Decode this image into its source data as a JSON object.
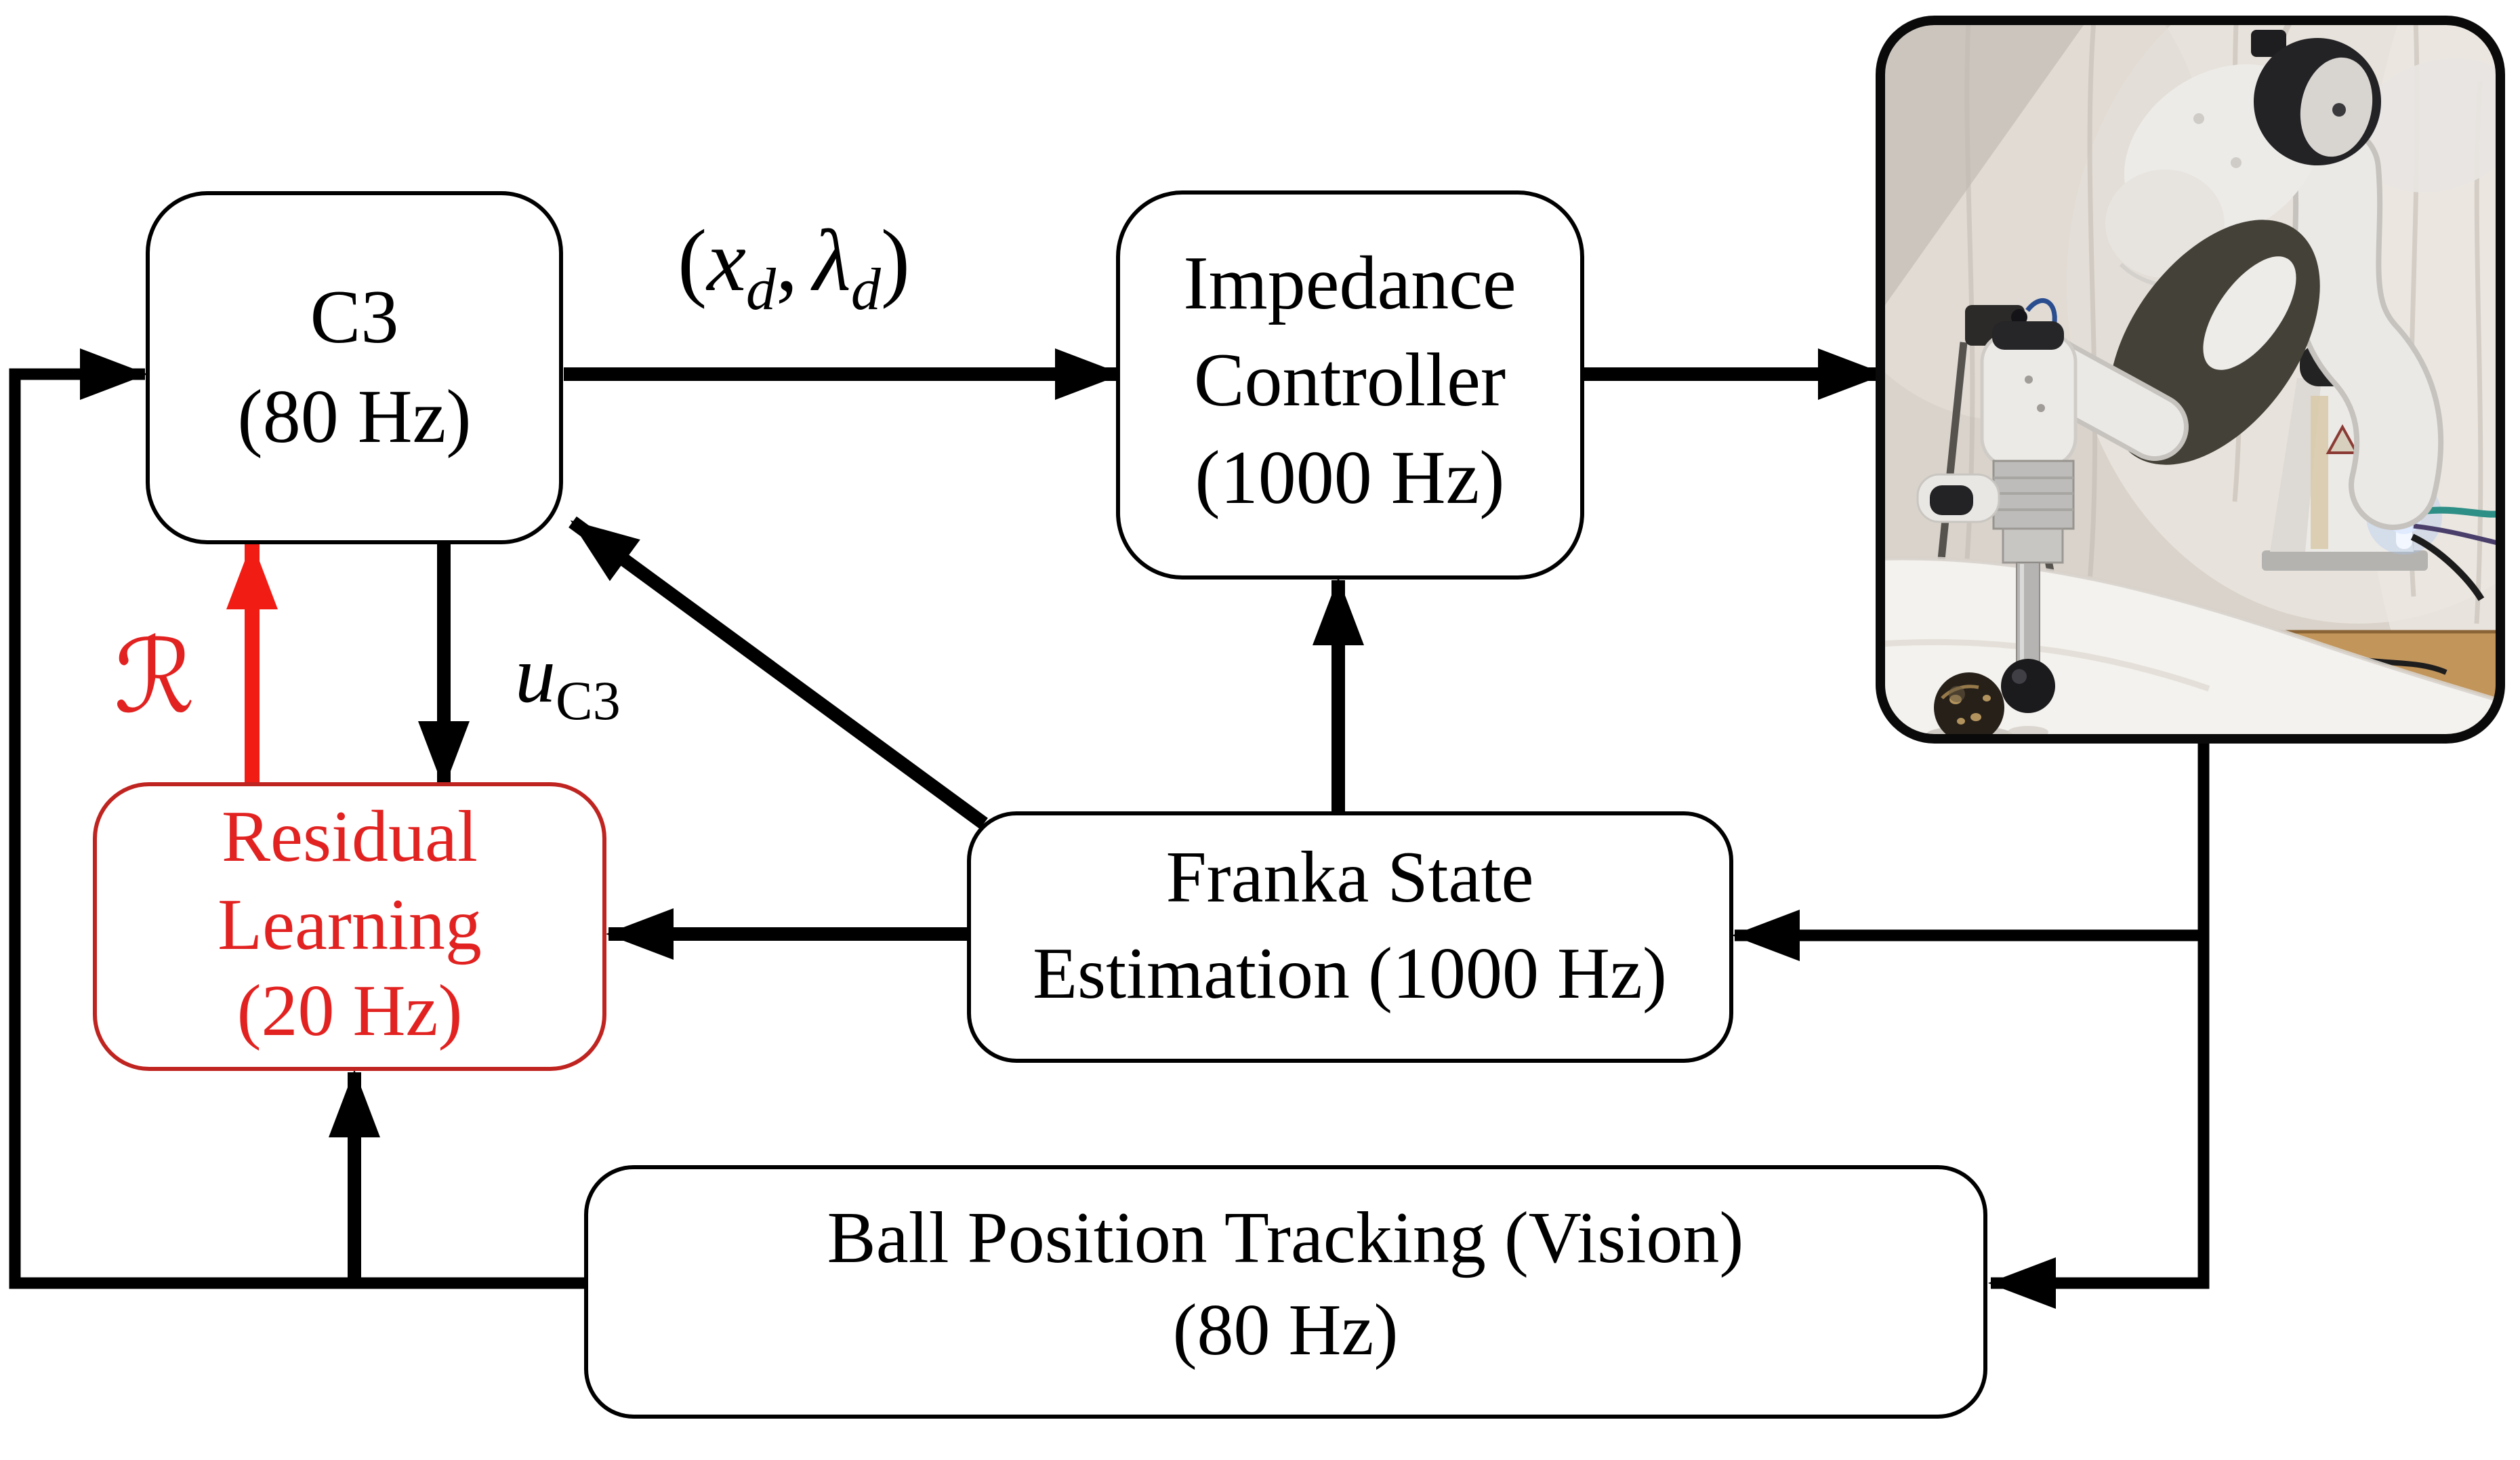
{
  "figure": {
    "boxes": {
      "c3": {
        "line1": "C3",
        "line2": "(80 Hz)"
      },
      "impedance_controller": {
        "line1": "Impedance",
        "line2": "Controller",
        "line3": "(1000 Hz)"
      },
      "residual_learning": {
        "line1": "Residual",
        "line2": "Learning",
        "line3": "(20 Hz)"
      },
      "franka_state_estimation": {
        "line1": "Franka State",
        "line2": "Estimation (1000 Hz)"
      },
      "ball_position_tracking": {
        "line1": "Ball Position Tracking (Vision)",
        "line2": "(80 Hz)"
      }
    },
    "signals": {
      "xd_lambda": {
        "open": "(",
        "var1": "x",
        "sub1": "d",
        "sep": ",",
        "var2": "λ",
        "sub2": "d",
        "close": ")"
      },
      "u_c3": {
        "base": "u",
        "sub": "C3"
      },
      "residual": {
        "symbol": "ℛ"
      }
    },
    "colors": {
      "black": "#000000",
      "red_arrow": "#f11d15",
      "red_text": "#e12220",
      "red_border": "#bf2420",
      "background": "#ffffff"
    }
  }
}
